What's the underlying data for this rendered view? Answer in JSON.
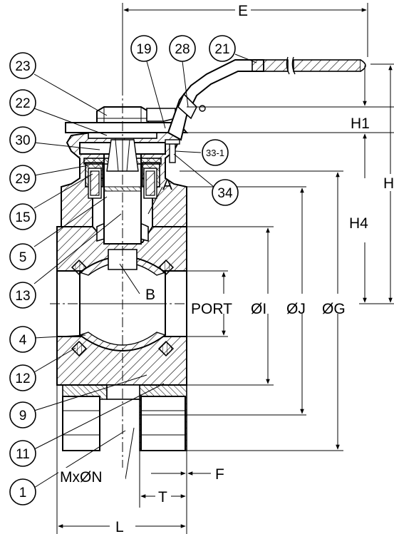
{
  "callouts": [
    "23",
    "22",
    "30",
    "29",
    "15",
    "5",
    "13",
    "4",
    "12",
    "9",
    "11",
    "1",
    "19",
    "28",
    "21",
    "33-1",
    "34"
  ],
  "dimensions": {
    "E": "E",
    "H1": "H1",
    "H": "H",
    "H4": "H4",
    "port": "PORT",
    "OI": "ØI",
    "OJ": "ØJ",
    "OG": "ØG",
    "F": "F",
    "T": "T",
    "L": "L",
    "MxON": "MxØN"
  },
  "section_labels": {
    "A": "A",
    "B": "B"
  }
}
